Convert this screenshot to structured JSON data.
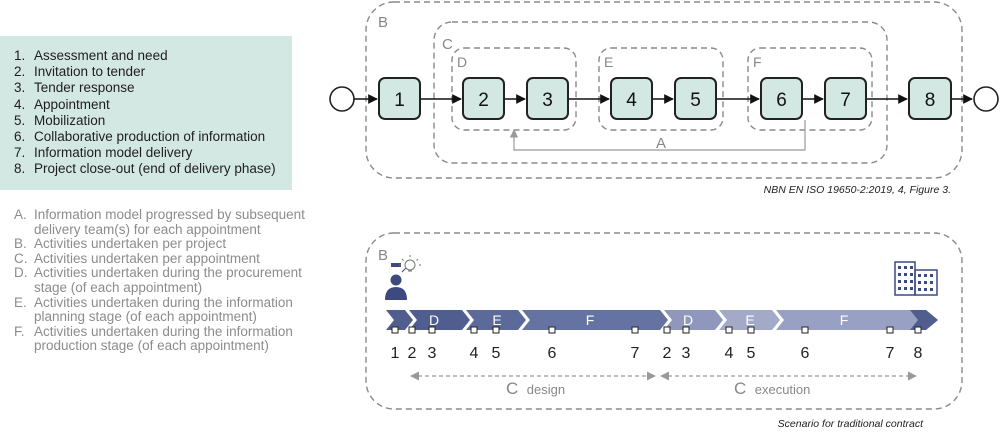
{
  "legend": {
    "items": [
      {
        "num": "1.",
        "text": "Assessment and need"
      },
      {
        "num": "2.",
        "text": "Invitation to tender"
      },
      {
        "num": "3.",
        "text": "Tender response"
      },
      {
        "num": "4.",
        "text": "Appointment"
      },
      {
        "num": "5.",
        "text": "Mobilization"
      },
      {
        "num": "6.",
        "text": "Collaborative production of information"
      },
      {
        "num": "7.",
        "text": "Information model delivery"
      },
      {
        "num": "8.",
        "text": "Project close-out (end of delivery phase)"
      }
    ]
  },
  "definitions": {
    "items": [
      {
        "letter": "A.",
        "text": "Information model progressed by subsequent delivery team(s) for each appointment"
      },
      {
        "letter": "B.",
        "text": "Activities undertaken per project"
      },
      {
        "letter": "C.",
        "text": "Activities undertaken per appointment"
      },
      {
        "letter": "D.",
        "text": "Activities undertaken during the procurement stage (of each appointment)"
      },
      {
        "letter": "E.",
        "text": "Activities undertaken during the information planning stage (of each appointment)"
      },
      {
        "letter": "F.",
        "text": "Activities undertaken during the information production stage (of each appointment)"
      }
    ]
  },
  "top_diagram": {
    "container_labels": {
      "b": "B",
      "c": "C",
      "d": "D",
      "e": "E",
      "f": "F",
      "a": "A"
    },
    "steps": [
      "1",
      "2",
      "3",
      "4",
      "5",
      "6",
      "7",
      "8"
    ],
    "caption": "NBN EN ISO 19650-2:2019, 4,  Figure 3."
  },
  "bottom_diagram": {
    "container_label": "B",
    "stage_labels": [
      "D",
      "E",
      "F",
      "D",
      "E",
      "F"
    ],
    "markers": [
      "1",
      "2",
      "3",
      "4",
      "5",
      "6",
      "7",
      "2",
      "3",
      "4",
      "5",
      "6",
      "7",
      "8"
    ],
    "c_design_letter": "C",
    "c_design_word": "design",
    "c_execution_letter": "C",
    "c_execution_word": "execution",
    "caption": "Scenario for traditional contract"
  },
  "colors": {
    "box_fill": "#d3e7e3",
    "dash": "#8a8a8a",
    "arrow_dark": "#4f5e8e",
    "arrow_light": "#a3aac8"
  }
}
